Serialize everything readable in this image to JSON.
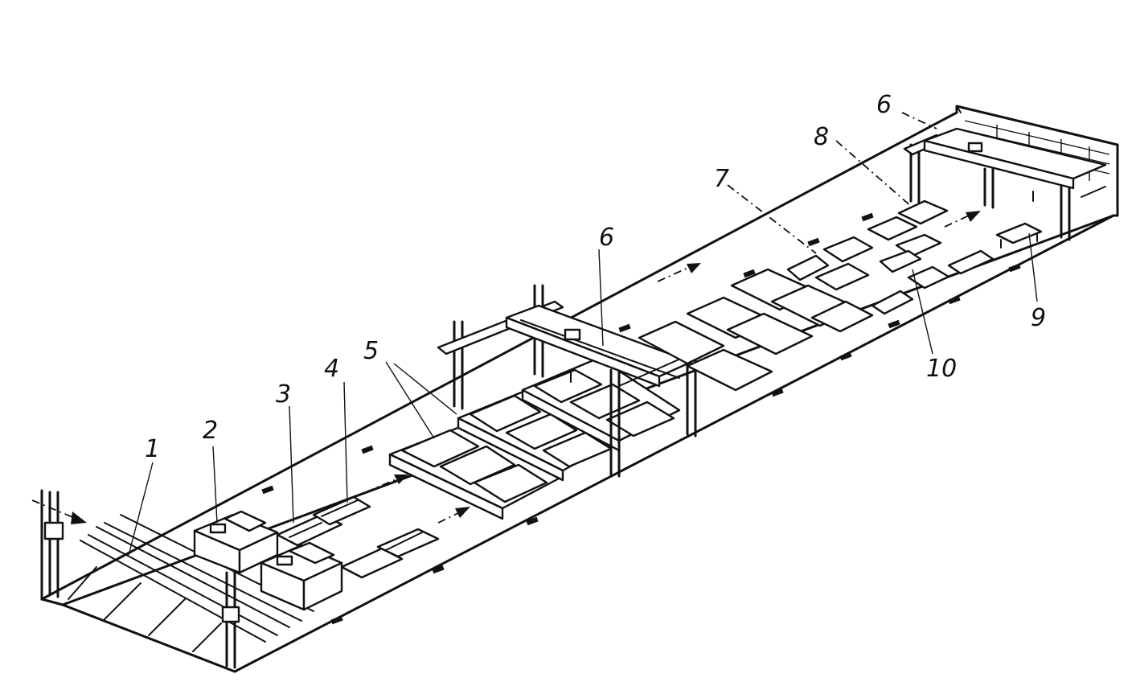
{
  "callouts": {
    "c1": "1",
    "c2": "2",
    "c3": "3",
    "c4": "4",
    "c5": "5",
    "c6_mid": "6",
    "c6_end": "6",
    "c7": "7",
    "c8": "8",
    "c9": "9",
    "c10": "10"
  }
}
